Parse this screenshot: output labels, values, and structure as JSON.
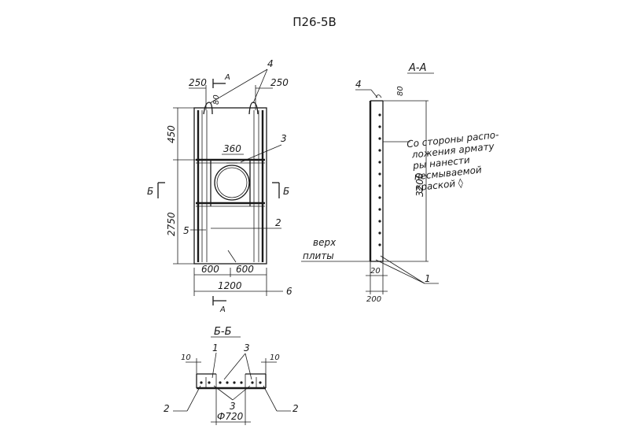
{
  "title": "П26-5В",
  "plan": {
    "dim_top_left": "250",
    "dim_top_right": "250",
    "dim_top_small": "80",
    "dim_opening": "360",
    "dim_height_upper": "450",
    "dim_height_lower": "2750",
    "dim_bottom_left": "600",
    "dim_bottom_right": "600",
    "dim_total_width": "1200",
    "section_a_mark": "А",
    "section_b_mark": "Б",
    "callout_4": "4",
    "callout_3": "3",
    "callout_5": "5",
    "callout_2": "2",
    "callout_6": "6"
  },
  "section_aa": {
    "title": "А-А",
    "callout_4": "4",
    "dim_top": "80",
    "dim_height": "3200",
    "note_lines": [
      "Со стороны распо-",
      "ложения армату",
      "ры нанести",
      "несмываемой",
      "краской ◊"
    ],
    "top_label_line1": "верх",
    "top_label_line2": "плиты",
    "dim_bottom_small": "20",
    "dim_thickness": "200",
    "callout_1": "1"
  },
  "section_bb": {
    "title": "Б-Б",
    "dim_left": "10",
    "dim_right": "10",
    "callout_1": "1",
    "callout_3_top": "3",
    "callout_3_bottom": "3",
    "callout_2_left": "2",
    "callout_2_right": "2",
    "dim_diameter": "Ф720"
  }
}
